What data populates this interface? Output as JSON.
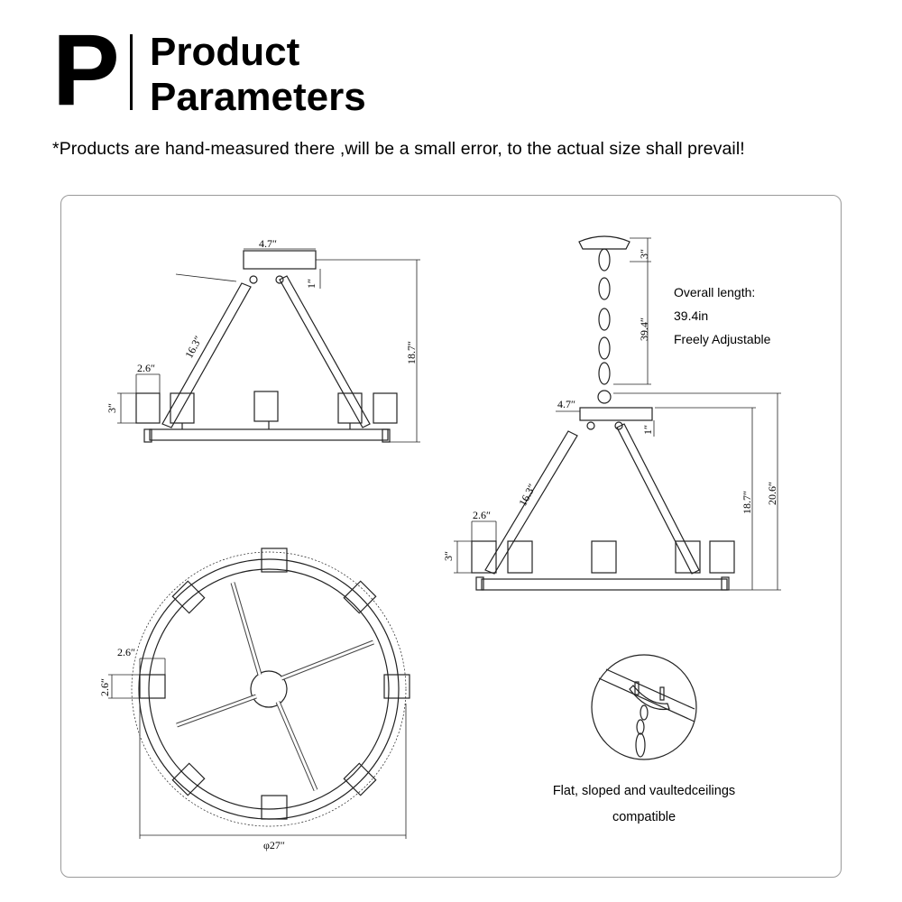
{
  "header": {
    "logo_letter": "P",
    "title_line1": "Product",
    "title_line2": "Parameters",
    "note": "*Products are hand-measured there ,will be a small error, to the actual size shall prevail!"
  },
  "front_view": {
    "canopy_width": "4.7″",
    "canopy_drop": "1″",
    "arm_length": "16.3″",
    "total_height": "18.7″",
    "shade_width": "2.6″",
    "shade_height": "3″"
  },
  "chain_view": {
    "canopy_height": "3″",
    "chain_length": "39.4″",
    "overall_label": "Overall length:",
    "overall_value": "39.4in",
    "adjustable": "Freely Adjustable",
    "canopy_width": "4.7″",
    "canopy_drop": "1″",
    "arm_length": "16.3″",
    "height_inner": "18.7″",
    "height_outer": "20.6″",
    "shade_width": "2.6″",
    "shade_height": "3″"
  },
  "top_view": {
    "shade_width": "2.6″",
    "shade_depth": "2.6″",
    "diameter": "φ27″"
  },
  "ceiling_caption": {
    "line1": "Flat, sloped and vaultedceilings",
    "line2": "compatible"
  }
}
